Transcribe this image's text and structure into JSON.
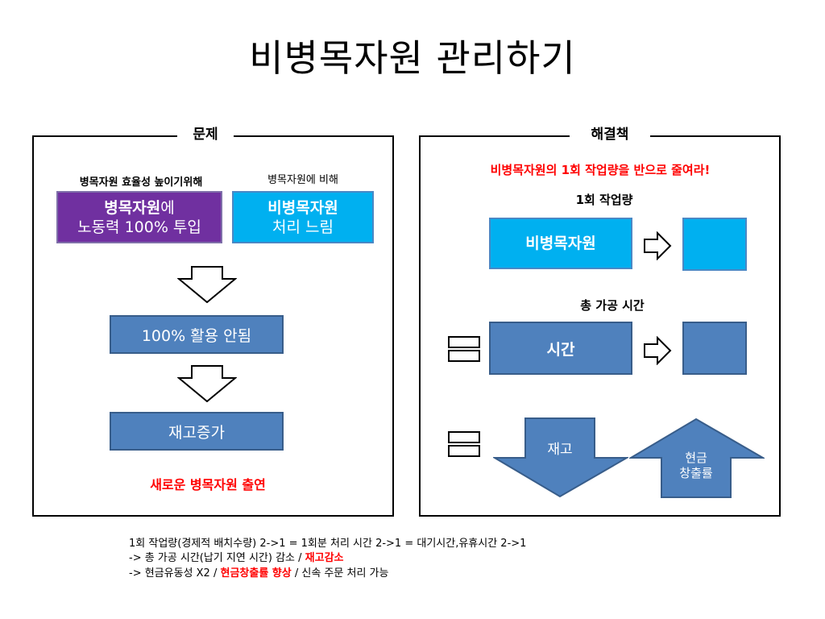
{
  "slide": {
    "title": "비병목자원 관리하기"
  },
  "problem": {
    "heading": "문제",
    "label_left": "병목자원 효율성 높이기위해",
    "label_right": "병목자원에 비해",
    "box_left_bold": "병목자원",
    "box_left_rest": "에",
    "box_left_line2": "노동력 100% 투입",
    "box_right_line1": "비병목자원",
    "box_right_line2": "처리 느림",
    "step1": "100% 활용 안됨",
    "step2": "재고증가",
    "conclusion": "새로운 병목자원 출연"
  },
  "solution": {
    "heading": "해결책",
    "headline": "비병목자원의 1회 작업량을 반으로 줄여라!",
    "work_label": "1회 작업량",
    "work_box": "비병목자원",
    "time_label": "총 가공 시간",
    "time_box": "시간",
    "inventory": "재고",
    "cash_line1": "현금",
    "cash_line2": "창출률"
  },
  "notes": {
    "line1": "1회 작업량(경제적 배치수량) 2->1  = 1회분 처리 시간 2->1 = 대기시간,유휴시간 2->1",
    "line2_a": "-> 총 가공 시간(납기 지연 시간) 감소 / ",
    "line2_b": "재고감소",
    "line3_a": "-> 현금유동성 X2  / ",
    "line3_b": "현금창출률 향상",
    "line3_c": " / 신속 주문 처리 가능"
  },
  "colors": {
    "purple": "#7030a0",
    "cyan": "#00b0f0",
    "steel": "#4f81bd",
    "red": "#ff0000"
  }
}
